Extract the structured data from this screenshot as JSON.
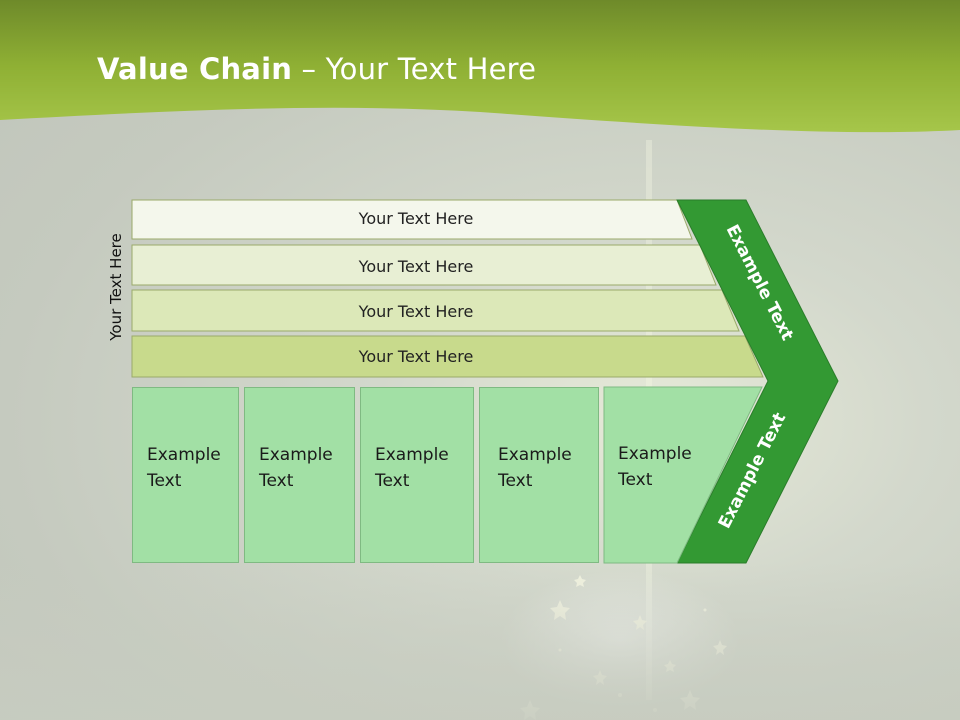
{
  "title": {
    "bold": "Value Chain",
    "rest": " – Your Text Here"
  },
  "side_label": "Your Text Here",
  "rows": [
    {
      "label": "Your Text Here"
    },
    {
      "label": "Your Text Here"
    },
    {
      "label": "Your Text Here"
    },
    {
      "label": "Your Text Here"
    }
  ],
  "columns": [
    {
      "line1": "Example",
      "line2": "Text"
    },
    {
      "line1": "Example",
      "line2": "Text"
    },
    {
      "line1": "Example",
      "line2": "Text"
    },
    {
      "line1": "Example",
      "line2": "Text"
    },
    {
      "line1": "Example",
      "line2": "Text"
    }
  ],
  "arrow": {
    "upper": "Example Text",
    "lower": "Example Text"
  },
  "colors": {
    "header_green": "#9cbd3a",
    "row_fills": [
      "#f4f7ec",
      "#e8efd4",
      "#dce8b8",
      "#c8da8c"
    ],
    "column_fill": "#a2e0a5",
    "arrow_green": "#339933"
  }
}
